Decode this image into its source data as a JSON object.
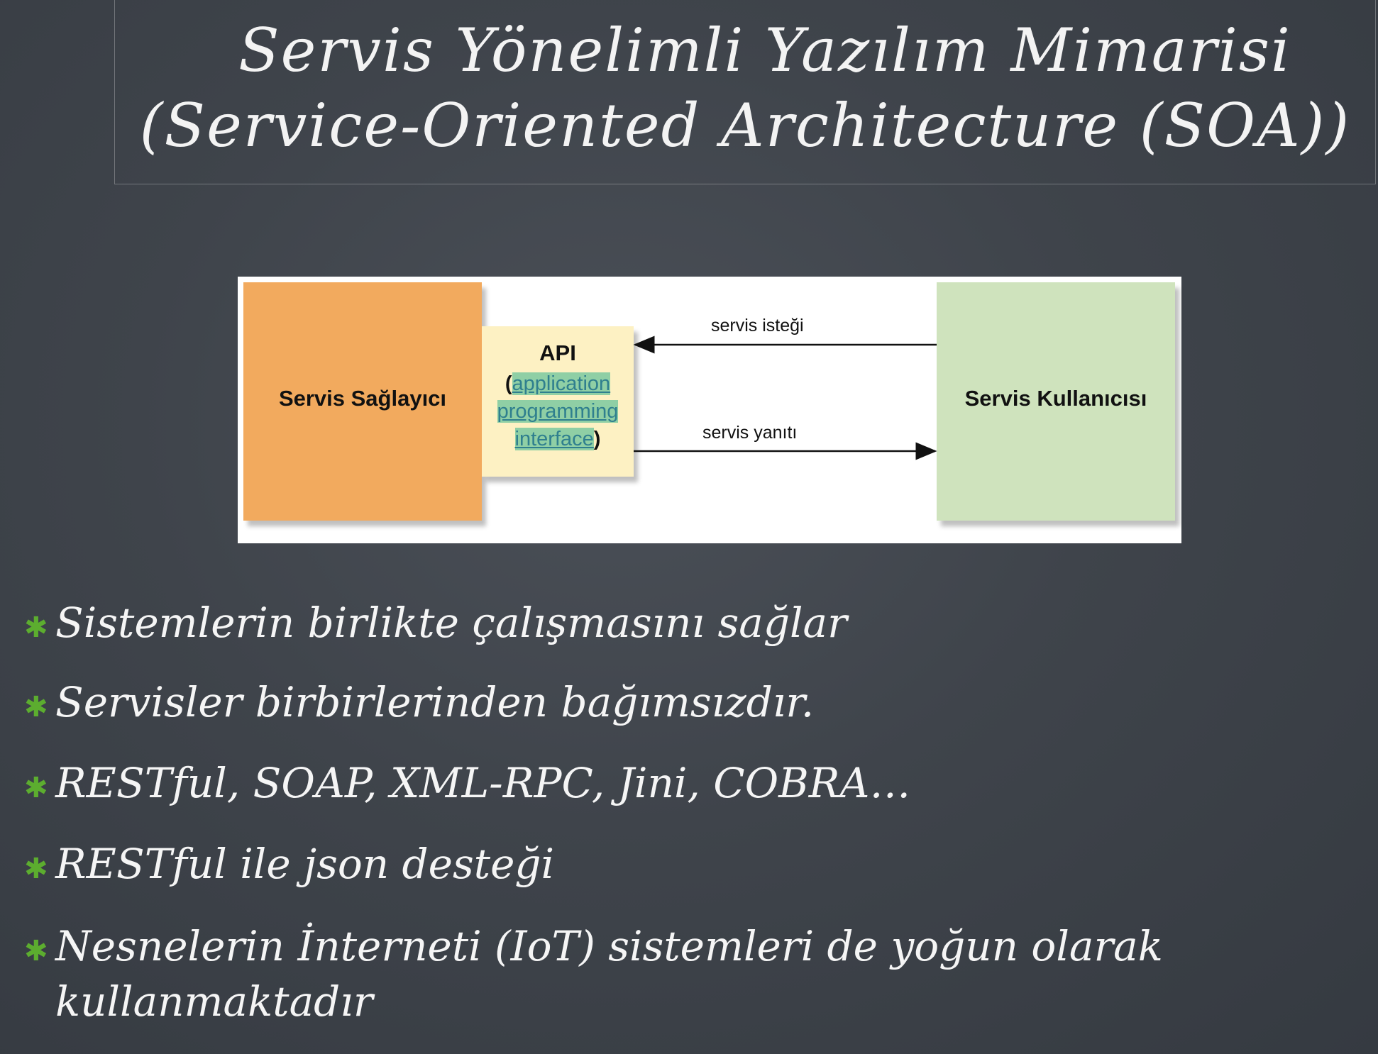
{
  "title": {
    "line1": "Servis Yönelimli Yazılım Mimarisi",
    "line2": "(Service-Oriented Architecture (SOA))"
  },
  "diagram": {
    "provider_label": "Servis Sağlayıcı",
    "consumer_label": "Servis Kullanıcısı",
    "api_title": "API",
    "api_open": "(",
    "api_line1": "application",
    "api_line2": "programming",
    "api_line3": "interface",
    "api_close": ")",
    "request_label": "servis isteği",
    "response_label": "servis yanıtı",
    "colors": {
      "provider": "#f2aa5e",
      "consumer": "#cfe3bd",
      "api": "#fdf1c3",
      "highlight": "#8fcfa5"
    }
  },
  "bullets": {
    "marker": "✱",
    "marker_color": "#5cad2f",
    "items": [
      "Sistemlerin birlikte çalışmasını sağlar",
      "Servisler birbirlerinden bağımsızdır.",
      " RESTful, SOAP, XML-RPC, Jini, COBRA…",
      " RESTful ile json desteği",
      " Nesnelerin İnterneti (IoT) sistemleri de yoğun olarak",
      "kullanmaktadır"
    ]
  }
}
